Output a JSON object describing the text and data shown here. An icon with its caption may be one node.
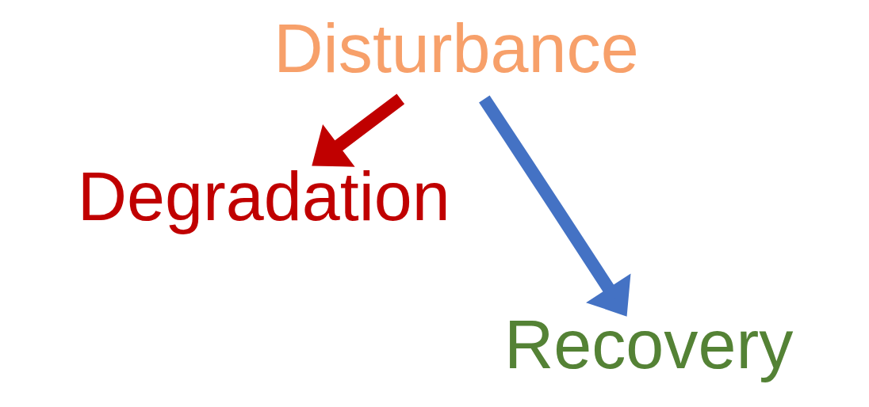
{
  "diagram": {
    "nodes": [
      {
        "text": [
          "Disturbance"
        ]
      },
      {
        "text": [
          "Degradation"
        ]
      },
      {
        "text": [
          "Recovery"
        ]
      }
    ],
    "edges": [
      {
        "from": 0,
        "to": 1,
        "arrow": "to",
        "color": "#c00000"
      },
      {
        "from": 0,
        "to": 2,
        "arrow": "to",
        "color": "#4472c4"
      }
    ]
  }
}
